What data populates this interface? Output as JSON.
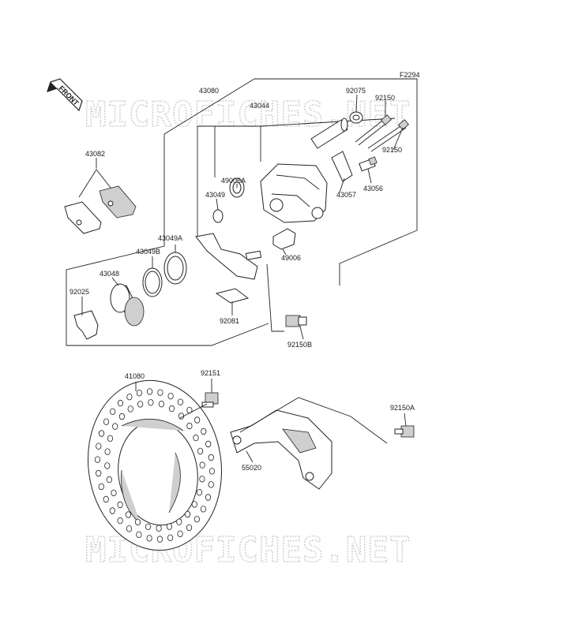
{
  "diagram": {
    "figure_code": "F2294",
    "front_label": "FRONT",
    "watermark": "MICROFICHES.NET",
    "parts": {
      "p43080": "43080",
      "p43044": "43044",
      "p92075": "92075",
      "p92150": "92150",
      "p92150_2": "92150",
      "p43082": "43082",
      "p49006A": "49006A",
      "p43049": "43049",
      "p43057": "43057",
      "p43056": "43056",
      "p43049A": "43049A",
      "p43049B": "43049B",
      "p49006": "49006",
      "p43048": "43048",
      "p92025": "92025",
      "p92081": "92081",
      "p92150B": "92150B",
      "p41080": "41080",
      "p92151": "92151",
      "p92150A": "92150A",
      "p55020": "55020"
    }
  }
}
